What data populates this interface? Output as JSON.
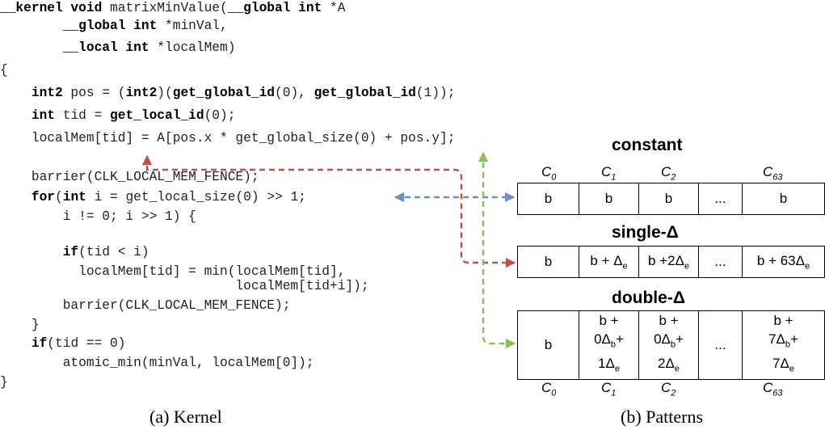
{
  "code_lines": [
    [
      {
        "t": "__kernel void",
        "b": true
      },
      {
        "t": " matrixMinValue("
      },
      {
        "t": "__global int",
        "b": true
      },
      {
        "t": " *A"
      }
    ],
    [
      {
        "t": "        "
      },
      {
        "t": "__global int",
        "b": true
      },
      {
        "t": " *minVal,"
      }
    ],
    [
      {
        "t": "        "
      },
      {
        "t": "__local int",
        "b": true
      },
      {
        "t": " *localMem)"
      }
    ],
    [
      {
        "t": "{"
      }
    ],
    [
      {
        "t": "    "
      },
      {
        "t": "int2",
        "b": true
      },
      {
        "t": " pos = ("
      },
      {
        "t": "int2",
        "b": true
      },
      {
        "t": ")("
      },
      {
        "t": "get_global_id",
        "b": true
      },
      {
        "t": "(0), "
      },
      {
        "t": "get_global_id",
        "b": true
      },
      {
        "t": "(1));"
      }
    ],
    [
      {
        "t": "    "
      },
      {
        "t": "int",
        "b": true
      },
      {
        "t": " tid = "
      },
      {
        "t": "get_local_id",
        "b": true
      },
      {
        "t": "(0);"
      }
    ],
    [
      {
        "t": "    localMem[tid] = A[pos.x * get_global_size(0) + pos.y];"
      }
    ],
    [
      {
        "t": ""
      }
    ],
    [
      {
        "t": "    barrier(CLK_LOCAL_MEM_FENCE);"
      }
    ],
    [
      {
        "t": "    "
      },
      {
        "t": "for",
        "b": true
      },
      {
        "t": "("
      },
      {
        "t": "int",
        "b": true
      },
      {
        "t": " i = get_local_size(0) >> 1;"
      }
    ],
    [
      {
        "t": "        i != 0; i >> 1) {"
      }
    ],
    [
      {
        "t": ""
      }
    ],
    [
      {
        "t": "        "
      },
      {
        "t": "if",
        "b": true
      },
      {
        "t": "(tid < i)"
      }
    ],
    [
      {
        "t": "          localMem[tid] = min(localMem[tid],"
      }
    ],
    [
      {
        "t": "                              localMem[tid+i]);"
      }
    ],
    [
      {
        "t": "        barrier(CLK_LOCAL_MEM_FENCE);"
      }
    ],
    [
      {
        "t": "    }"
      }
    ],
    [
      {
        "t": "    "
      },
      {
        "t": "if",
        "b": true
      },
      {
        "t": "(tid == 0)"
      }
    ],
    [
      {
        "t": "        atomic_min(minVal, localMem[0]);"
      }
    ],
    [
      {
        "t": "}"
      }
    ]
  ],
  "captions": {
    "kernel": "(a) Kernel",
    "patterns": "(b) Patterns"
  },
  "patterns": {
    "column_labels_top": [
      {
        "base": "C",
        "sub": "0"
      },
      {
        "base": "C",
        "sub": "1"
      },
      {
        "base": "C",
        "sub": "2"
      },
      {
        "base": "C",
        "sub": "63"
      }
    ],
    "column_labels_bottom": [
      {
        "base": "C",
        "sub": "0"
      },
      {
        "base": "C",
        "sub": "1"
      },
      {
        "base": "C",
        "sub": "2"
      },
      {
        "base": "C",
        "sub": "63"
      }
    ],
    "constant": {
      "title": "constant",
      "cells": [
        [
          {
            "t": "b"
          }
        ],
        [
          {
            "t": "b"
          }
        ],
        [
          {
            "t": "b"
          }
        ],
        [
          {
            "t": "..."
          }
        ],
        [
          {
            "t": "b"
          }
        ]
      ]
    },
    "single": {
      "title": "single-Δ",
      "cells": [
        [
          {
            "t": "b"
          }
        ],
        [
          {
            "t": "b + Δ"
          },
          {
            "t": "e",
            "sub": true
          }
        ],
        [
          {
            "t": "b +2Δ"
          },
          {
            "t": "e",
            "sub": true
          }
        ],
        [
          {
            "t": "..."
          }
        ],
        [
          {
            "t": "b + 63Δ"
          },
          {
            "t": "e",
            "sub": true
          }
        ]
      ]
    },
    "double": {
      "title": "double-Δ",
      "cells": [
        [
          {
            "t": "b"
          }
        ],
        [
          {
            "t": "b +"
          },
          {
            "br": true
          },
          {
            "t": "0Δ"
          },
          {
            "t": "b",
            "sub": true
          },
          {
            "t": "+"
          },
          {
            "br": true
          },
          {
            "t": "1Δ"
          },
          {
            "t": "e",
            "sub": true
          }
        ],
        [
          {
            "t": "b +"
          },
          {
            "br": true
          },
          {
            "t": "0Δ"
          },
          {
            "t": "b",
            "sub": true
          },
          {
            "t": "+"
          },
          {
            "br": true
          },
          {
            "t": "2Δ"
          },
          {
            "t": "e",
            "sub": true
          }
        ],
        [
          {
            "t": "..."
          }
        ],
        [
          {
            "t": "b +"
          },
          {
            "br": true
          },
          {
            "t": "7Δ"
          },
          {
            "t": "b",
            "sub": true
          },
          {
            "t": "+"
          },
          {
            "br": true
          },
          {
            "t": "7Δ"
          },
          {
            "t": "e",
            "sub": true
          }
        ]
      ]
    }
  },
  "colors": {
    "red_arrow": "#c0504d",
    "blue_arrow": "#6b8fc9",
    "green_arrow": "#8dbf52"
  }
}
